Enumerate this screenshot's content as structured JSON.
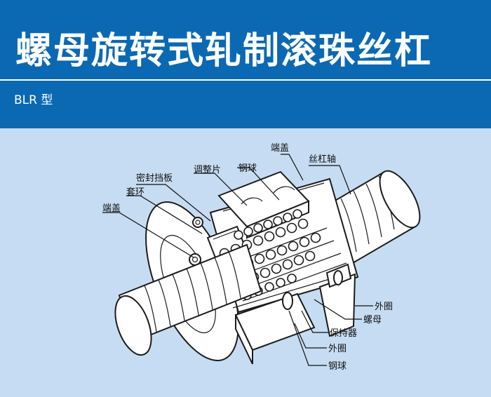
{
  "header": {
    "title": "螺母旋转式轧制滚珠丝杠",
    "subtitle": "BLR 型"
  },
  "colors": {
    "header_bg": "#0b69b3",
    "diagram_bg": "#c6dcf2",
    "outline": "#1b1b1b",
    "part_fill": "#ffffff"
  },
  "diagram": {
    "labels": {
      "end_cap_top": "端盖",
      "spindle": "丝杠轴",
      "steel_ball_top": "钢球",
      "shim": "调整片",
      "seal_plate": "密封挡板",
      "collar": "套环",
      "end_cap_left": "端盖",
      "outer_ring_right": "外圈",
      "nut": "螺母",
      "retainer": "保持器",
      "outer_ring_bottom": "外圈",
      "steel_ball_bottom": "钢球"
    }
  }
}
